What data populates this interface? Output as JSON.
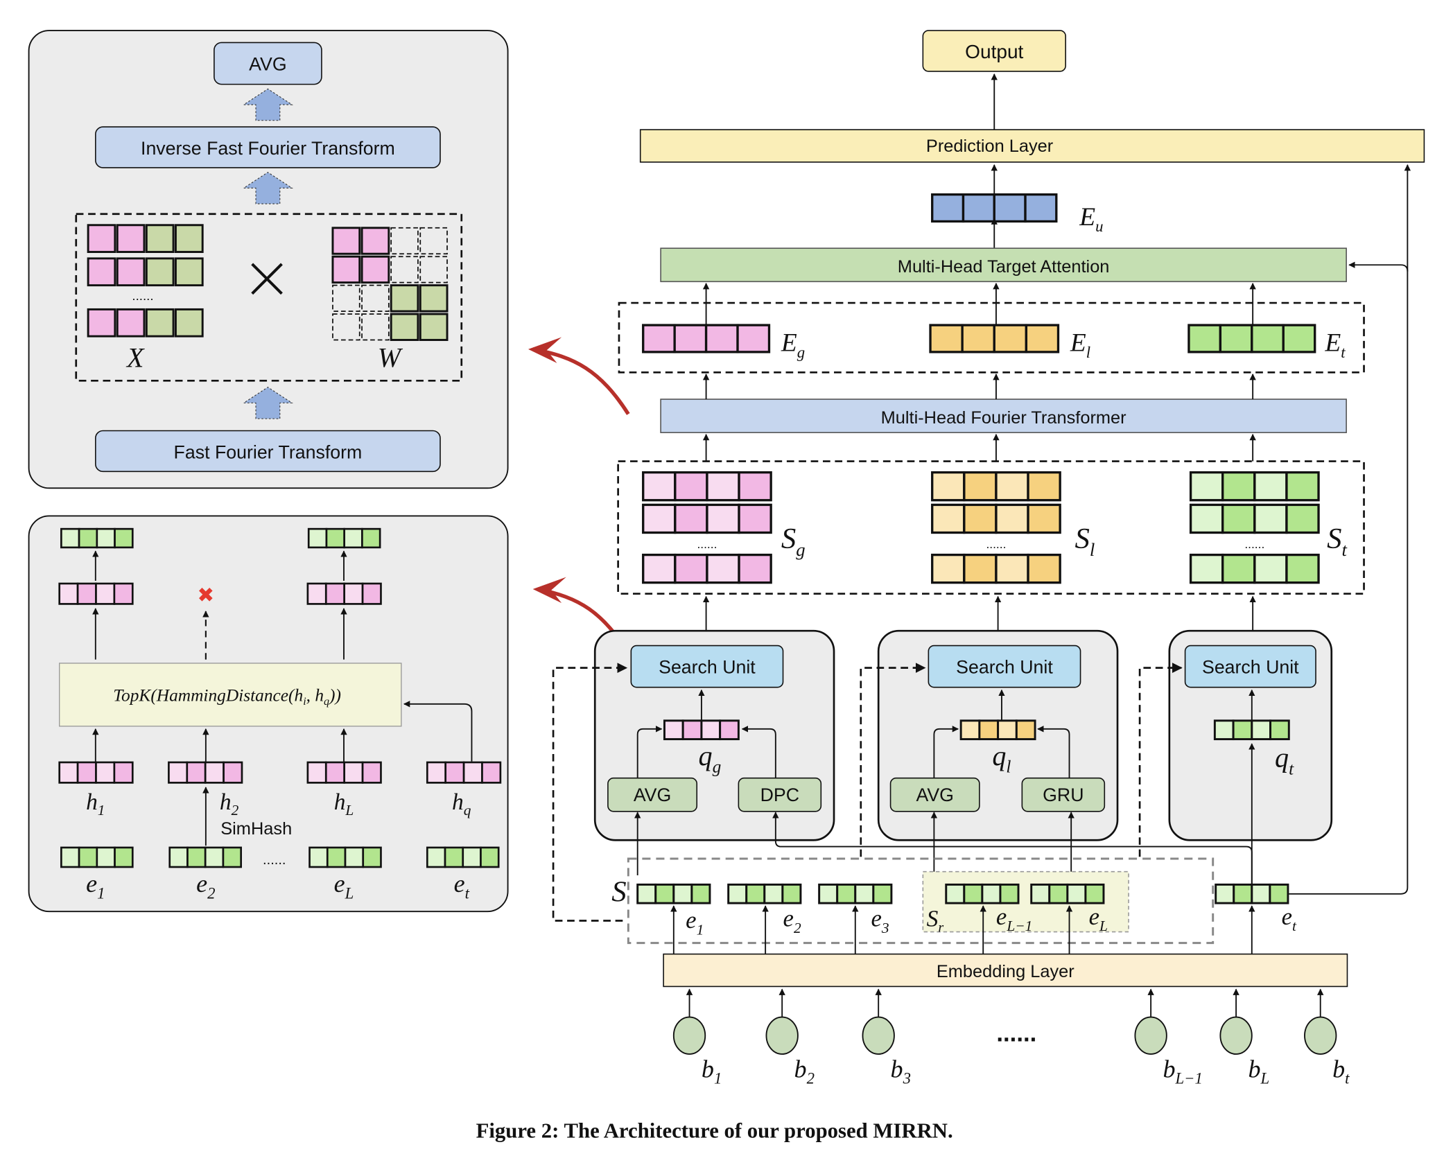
{
  "caption": "Figure 2: The Architecture of our proposed MIRRN.",
  "colors": {
    "pink_dark": "#f2b8e4",
    "pink_light": "#f8dcf0",
    "green_dark": "#b2e58e",
    "green_light": "#def5d0",
    "orange_dark": "#f6d17f",
    "orange_light": "#fbe7b8",
    "blue_vec": "#95b0de",
    "blue_box": "#c6d6ee",
    "search_unit": "#b8ddf1",
    "mint_box": "#c9dcbb",
    "cream": "#faeeb8",
    "embedding": "#fcefd2",
    "panel_bg": "#ececec",
    "topk_bg": "#f4f5da",
    "red_arrow": "#b7302a",
    "red_x": "#e53a2f"
  },
  "fourier_panel": {
    "avg_label": "AVG",
    "ifft_label": "Inverse Fast Fourier Transform",
    "fft_label": "Fast Fourier Transform",
    "x_label": "X",
    "w_label": "W",
    "times_symbol": "×",
    "dots": "......"
  },
  "simhash_panel": {
    "topk_label": "TopK(HammingDistance(h_i, h_q))",
    "topk_parts": {
      "a": "TopK(HammingDistance(",
      "h": "h",
      "i": "i",
      "comma": ", ",
      "q": "q",
      "close": "))"
    },
    "simhash_label": "SimHash",
    "dots": "......",
    "h_labels": [
      {
        "base": "h",
        "sub": "1"
      },
      {
        "base": "h",
        "sub": "2"
      },
      {
        "base": "h",
        "sub": "L"
      },
      {
        "base": "h",
        "sub": "q"
      }
    ],
    "e_labels": [
      {
        "base": "e",
        "sub": "1"
      },
      {
        "base": "e",
        "sub": "2"
      },
      {
        "base": "e",
        "sub": "L"
      },
      {
        "base": "e",
        "sub": "t"
      }
    ],
    "removed_icon": "✖"
  },
  "main": {
    "output_label": "Output",
    "prediction_label": "Prediction Layer",
    "eu_label": {
      "base": "E",
      "sub": "u"
    },
    "target_attention_label": "Multi-Head Target Attention",
    "E_labels": [
      {
        "base": "E",
        "sub": "g"
      },
      {
        "base": "E",
        "sub": "l"
      },
      {
        "base": "E",
        "sub": "t"
      }
    ],
    "fourier_transformer_label": "Multi-Head Fourier Transformer",
    "S_labels": [
      {
        "base": "S",
        "sub": "g"
      },
      {
        "base": "S",
        "sub": "l"
      },
      {
        "base": "S",
        "sub": "t"
      }
    ],
    "dots": "......",
    "search_unit_label": "Search Unit",
    "q_labels": [
      {
        "base": "q",
        "sub": "g"
      },
      {
        "base": "q",
        "sub": "l"
      },
      {
        "base": "q",
        "sub": "t"
      }
    ],
    "modules": [
      "AVG",
      "DPC",
      "AVG",
      "GRU"
    ],
    "S_label": "S",
    "Sr_label": {
      "base": "S",
      "sub": "r"
    },
    "seq_labels": [
      {
        "base": "e",
        "sub": "1"
      },
      {
        "base": "e",
        "sub": "2"
      },
      {
        "base": "e",
        "sub": "3"
      },
      {
        "base": "e",
        "sub": "L−1"
      },
      {
        "base": "e",
        "sub": "L"
      },
      {
        "base": "e",
        "sub": "t"
      }
    ],
    "embedding_label": "Embedding Layer",
    "b_labels": [
      {
        "base": "b",
        "sub": "1"
      },
      {
        "base": "b",
        "sub": "2"
      },
      {
        "base": "b",
        "sub": "3"
      },
      {
        "base": "b",
        "sub": "L−1"
      },
      {
        "base": "b",
        "sub": "L"
      },
      {
        "base": "b",
        "sub": "t"
      }
    ],
    "b_dots": "......"
  }
}
